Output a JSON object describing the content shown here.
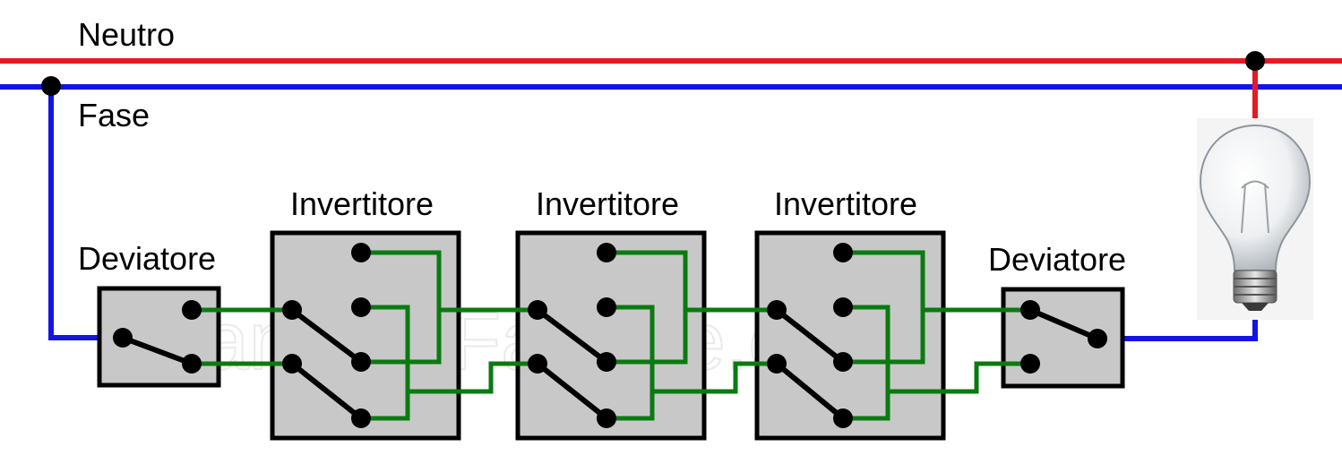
{
  "labels": {
    "neutral": "Neutro",
    "phase": "Fase",
    "diverter_left": "Deviatore",
    "inverter_1": "Invertitore",
    "inverter_2": "Invertitore",
    "inverter_3": "Invertitore",
    "diverter_right": "Deviatore"
  },
  "watermark": "ManualeFaidate.com",
  "colors": {
    "neutral_wire": "#e41b23",
    "phase_wire": "#1414e6",
    "traveler_wire": "#0a7a10",
    "switch_body": "#c8c8c8"
  },
  "icons": [
    "light-bulb-icon"
  ]
}
